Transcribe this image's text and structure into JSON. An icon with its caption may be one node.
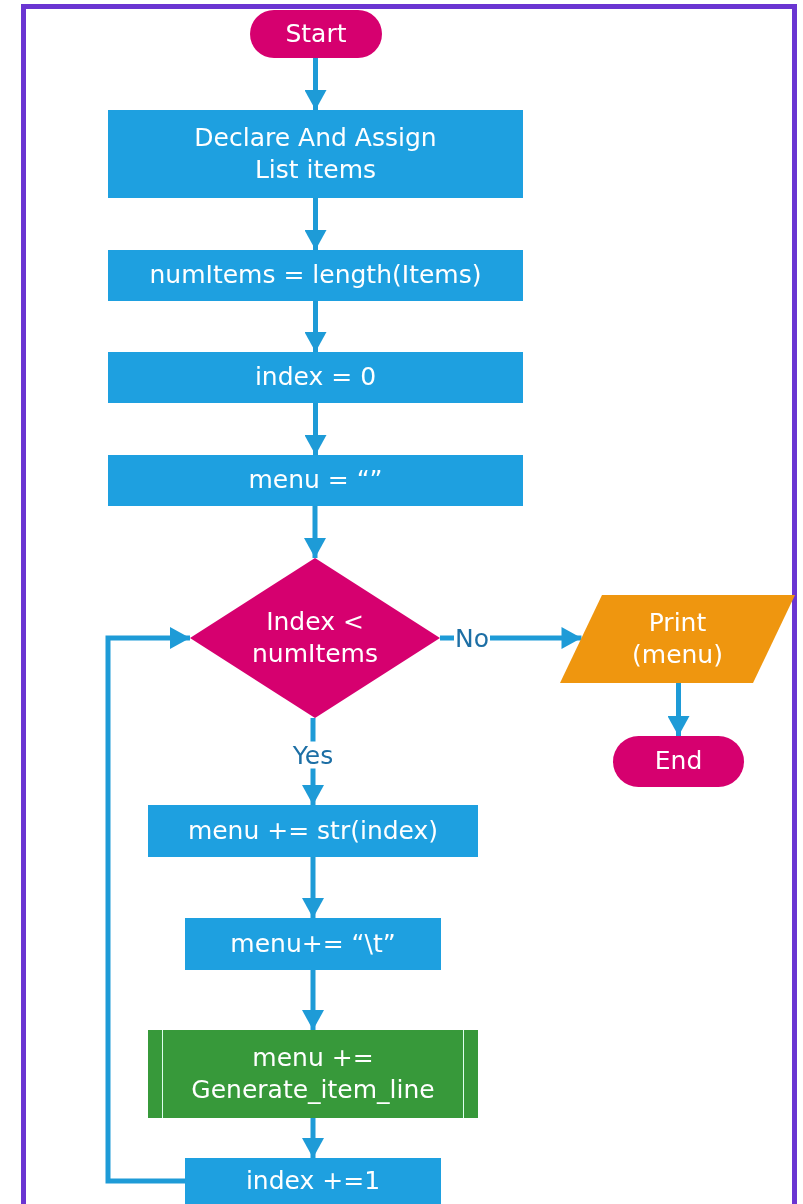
{
  "diagram": {
    "nodes": [
      {
        "text": [
          "Start"
        ]
      },
      {
        "text": [
          "Declare And Assign List items"
        ]
      },
      {
        "text": [
          "numItems = length(Items)"
        ]
      },
      {
        "text": [
          "index = 0"
        ]
      },
      {
        "text": [
          "menu = “”"
        ]
      },
      {
        "text": [
          "Index < numItems"
        ]
      },
      {
        "text": [
          "Print (menu)"
        ]
      },
      {
        "text": [
          "End"
        ]
      },
      {
        "text": [
          "menu += str(index)"
        ]
      },
      {
        "text": [
          "menu+= “\\t”"
        ]
      },
      {
        "text": [
          "menu += Generate_item_line"
        ]
      },
      {
        "text": [
          "index +=1"
        ]
      }
    ],
    "edges": [
      {
        "from": 0,
        "to": 1,
        "arrow": "to"
      },
      {
        "from": 1,
        "to": 2,
        "arrow": "to"
      },
      {
        "from": 2,
        "to": 3,
        "arrow": "to"
      },
      {
        "from": 3,
        "to": 4,
        "arrow": "to"
      },
      {
        "from": 4,
        "to": 5,
        "arrow": "to"
      },
      {
        "from": 5,
        "to": 6,
        "arrow": "to",
        "label": "No"
      },
      {
        "from": 6,
        "to": 7,
        "arrow": "to"
      },
      {
        "from": 5,
        "to": 8,
        "arrow": "to",
        "label": "Yes"
      },
      {
        "from": 8,
        "to": 9,
        "arrow": "to"
      },
      {
        "from": 9,
        "to": 10,
        "arrow": "to"
      },
      {
        "from": 10,
        "to": 11,
        "arrow": "to"
      },
      {
        "from": 11,
        "to": 5,
        "arrow": "to"
      }
    ]
  }
}
